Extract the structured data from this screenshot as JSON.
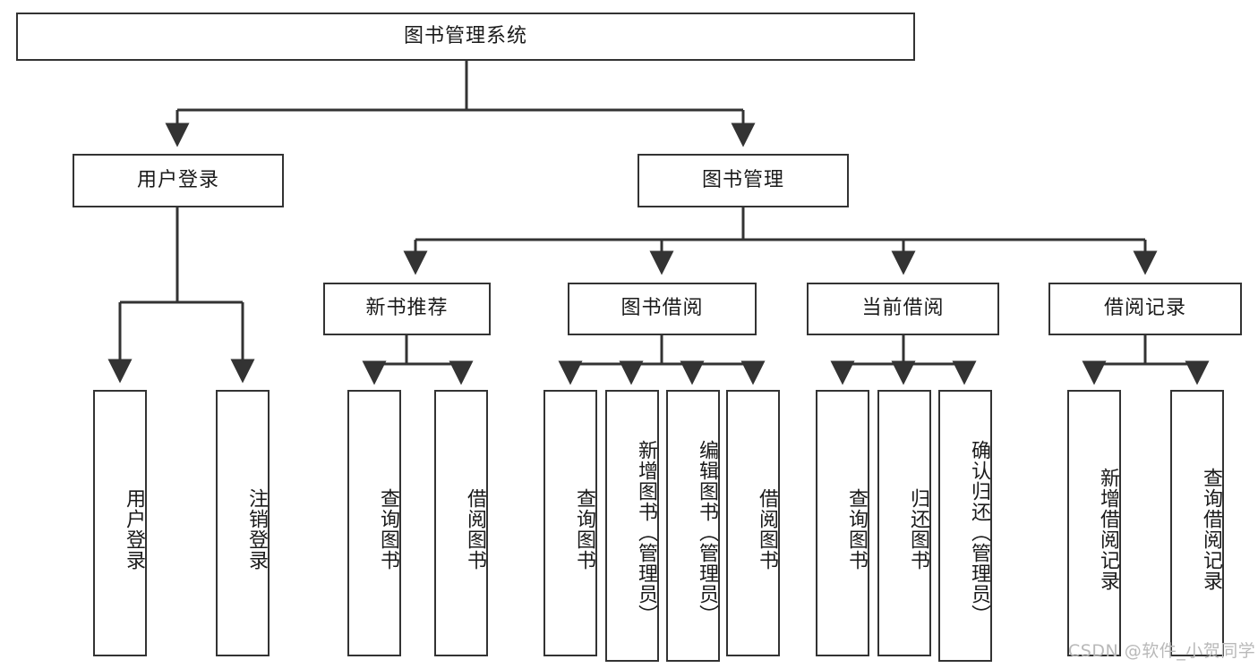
{
  "diagram": {
    "title": "图书管理系统",
    "type": "tree-hierarchy-diagram",
    "root": {
      "id": "root",
      "label": "图书管理系统"
    },
    "level1": [
      {
        "id": "user-login",
        "label": "用户登录"
      },
      {
        "id": "book-management",
        "label": "图书管理"
      }
    ],
    "level2": [
      {
        "id": "new-book-recommend",
        "label": "新书推荐",
        "parent": "book-management"
      },
      {
        "id": "book-borrow",
        "label": "图书借阅",
        "parent": "book-management"
      },
      {
        "id": "current-borrow",
        "label": "当前借阅",
        "parent": "book-management"
      },
      {
        "id": "borrow-record",
        "label": "借阅记录",
        "parent": "book-management"
      }
    ],
    "leaves": [
      {
        "id": "leaf-user-login",
        "label": "用户登录",
        "parent": "user-login"
      },
      {
        "id": "leaf-logout-login",
        "label": "注销登录",
        "parent": "user-login"
      },
      {
        "id": "leaf-query-book-1",
        "label": "查询图书",
        "parent": "new-book-recommend"
      },
      {
        "id": "leaf-borrow-book-1",
        "label": "借阅图书",
        "parent": "new-book-recommend"
      },
      {
        "id": "leaf-query-book-2",
        "label": "查询图书",
        "parent": "book-borrow"
      },
      {
        "id": "leaf-add-book",
        "label": "新增图书（管理员）",
        "parent": "book-borrow"
      },
      {
        "id": "leaf-edit-book",
        "label": "编辑图书（管理员）",
        "parent": "book-borrow"
      },
      {
        "id": "leaf-borrow-book-2",
        "label": "借阅图书",
        "parent": "book-borrow"
      },
      {
        "id": "leaf-query-book-3",
        "label": "查询图书",
        "parent": "current-borrow"
      },
      {
        "id": "leaf-return-book",
        "label": "归还图书",
        "parent": "current-borrow"
      },
      {
        "id": "leaf-confirm-return",
        "label": "确认归还（管理员）",
        "parent": "current-borrow"
      },
      {
        "id": "leaf-add-record",
        "label": "新增借阅记录",
        "parent": "borrow-record"
      },
      {
        "id": "leaf-query-record",
        "label": "查询借阅记录",
        "parent": "borrow-record"
      }
    ]
  },
  "watermark": {
    "text": "CSDN @软件_小贺同学"
  },
  "colors": {
    "stroke": "#333333",
    "background": "#ffffff",
    "text": "#1a1a1a",
    "watermark": "#b9b9b9"
  }
}
